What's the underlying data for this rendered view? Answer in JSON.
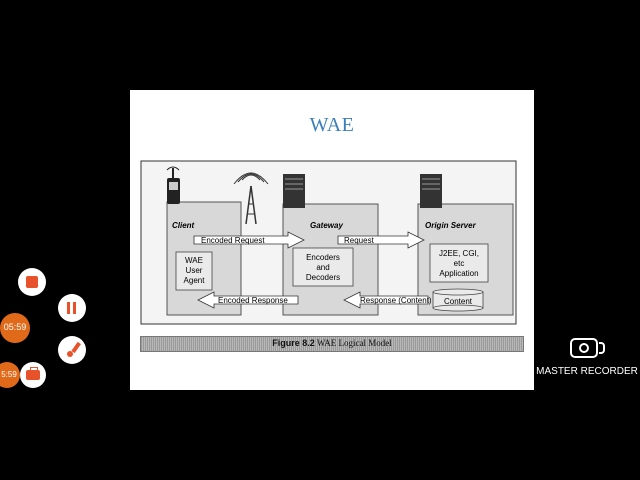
{
  "slide": {
    "title": "WAE",
    "diagram": {
      "client_label": "Client",
      "gateway_label": "Gateway",
      "origin_label": "Origin Server",
      "encoded_request": "Encoded Request",
      "request": "Request",
      "encoded_response": "Encoded Response",
      "response": "Response (Content)",
      "user_agent": [
        "WAE",
        "User",
        "Agent"
      ],
      "encoders": [
        "Encoders",
        "and",
        "Decoders"
      ],
      "application": [
        "J2EE, CGI,",
        "etc",
        "Application"
      ],
      "content": "Content"
    },
    "caption": {
      "figure_no": "Figure 8.2",
      "text": "WAE Logical Model"
    }
  },
  "recorder": {
    "time_main": "05:59",
    "time_small": "5:59",
    "brand": "MASTER RECORDER",
    "colors": {
      "stop": "#e8522a",
      "record": "#e8522a",
      "time_bg": "#e06a1a"
    }
  }
}
